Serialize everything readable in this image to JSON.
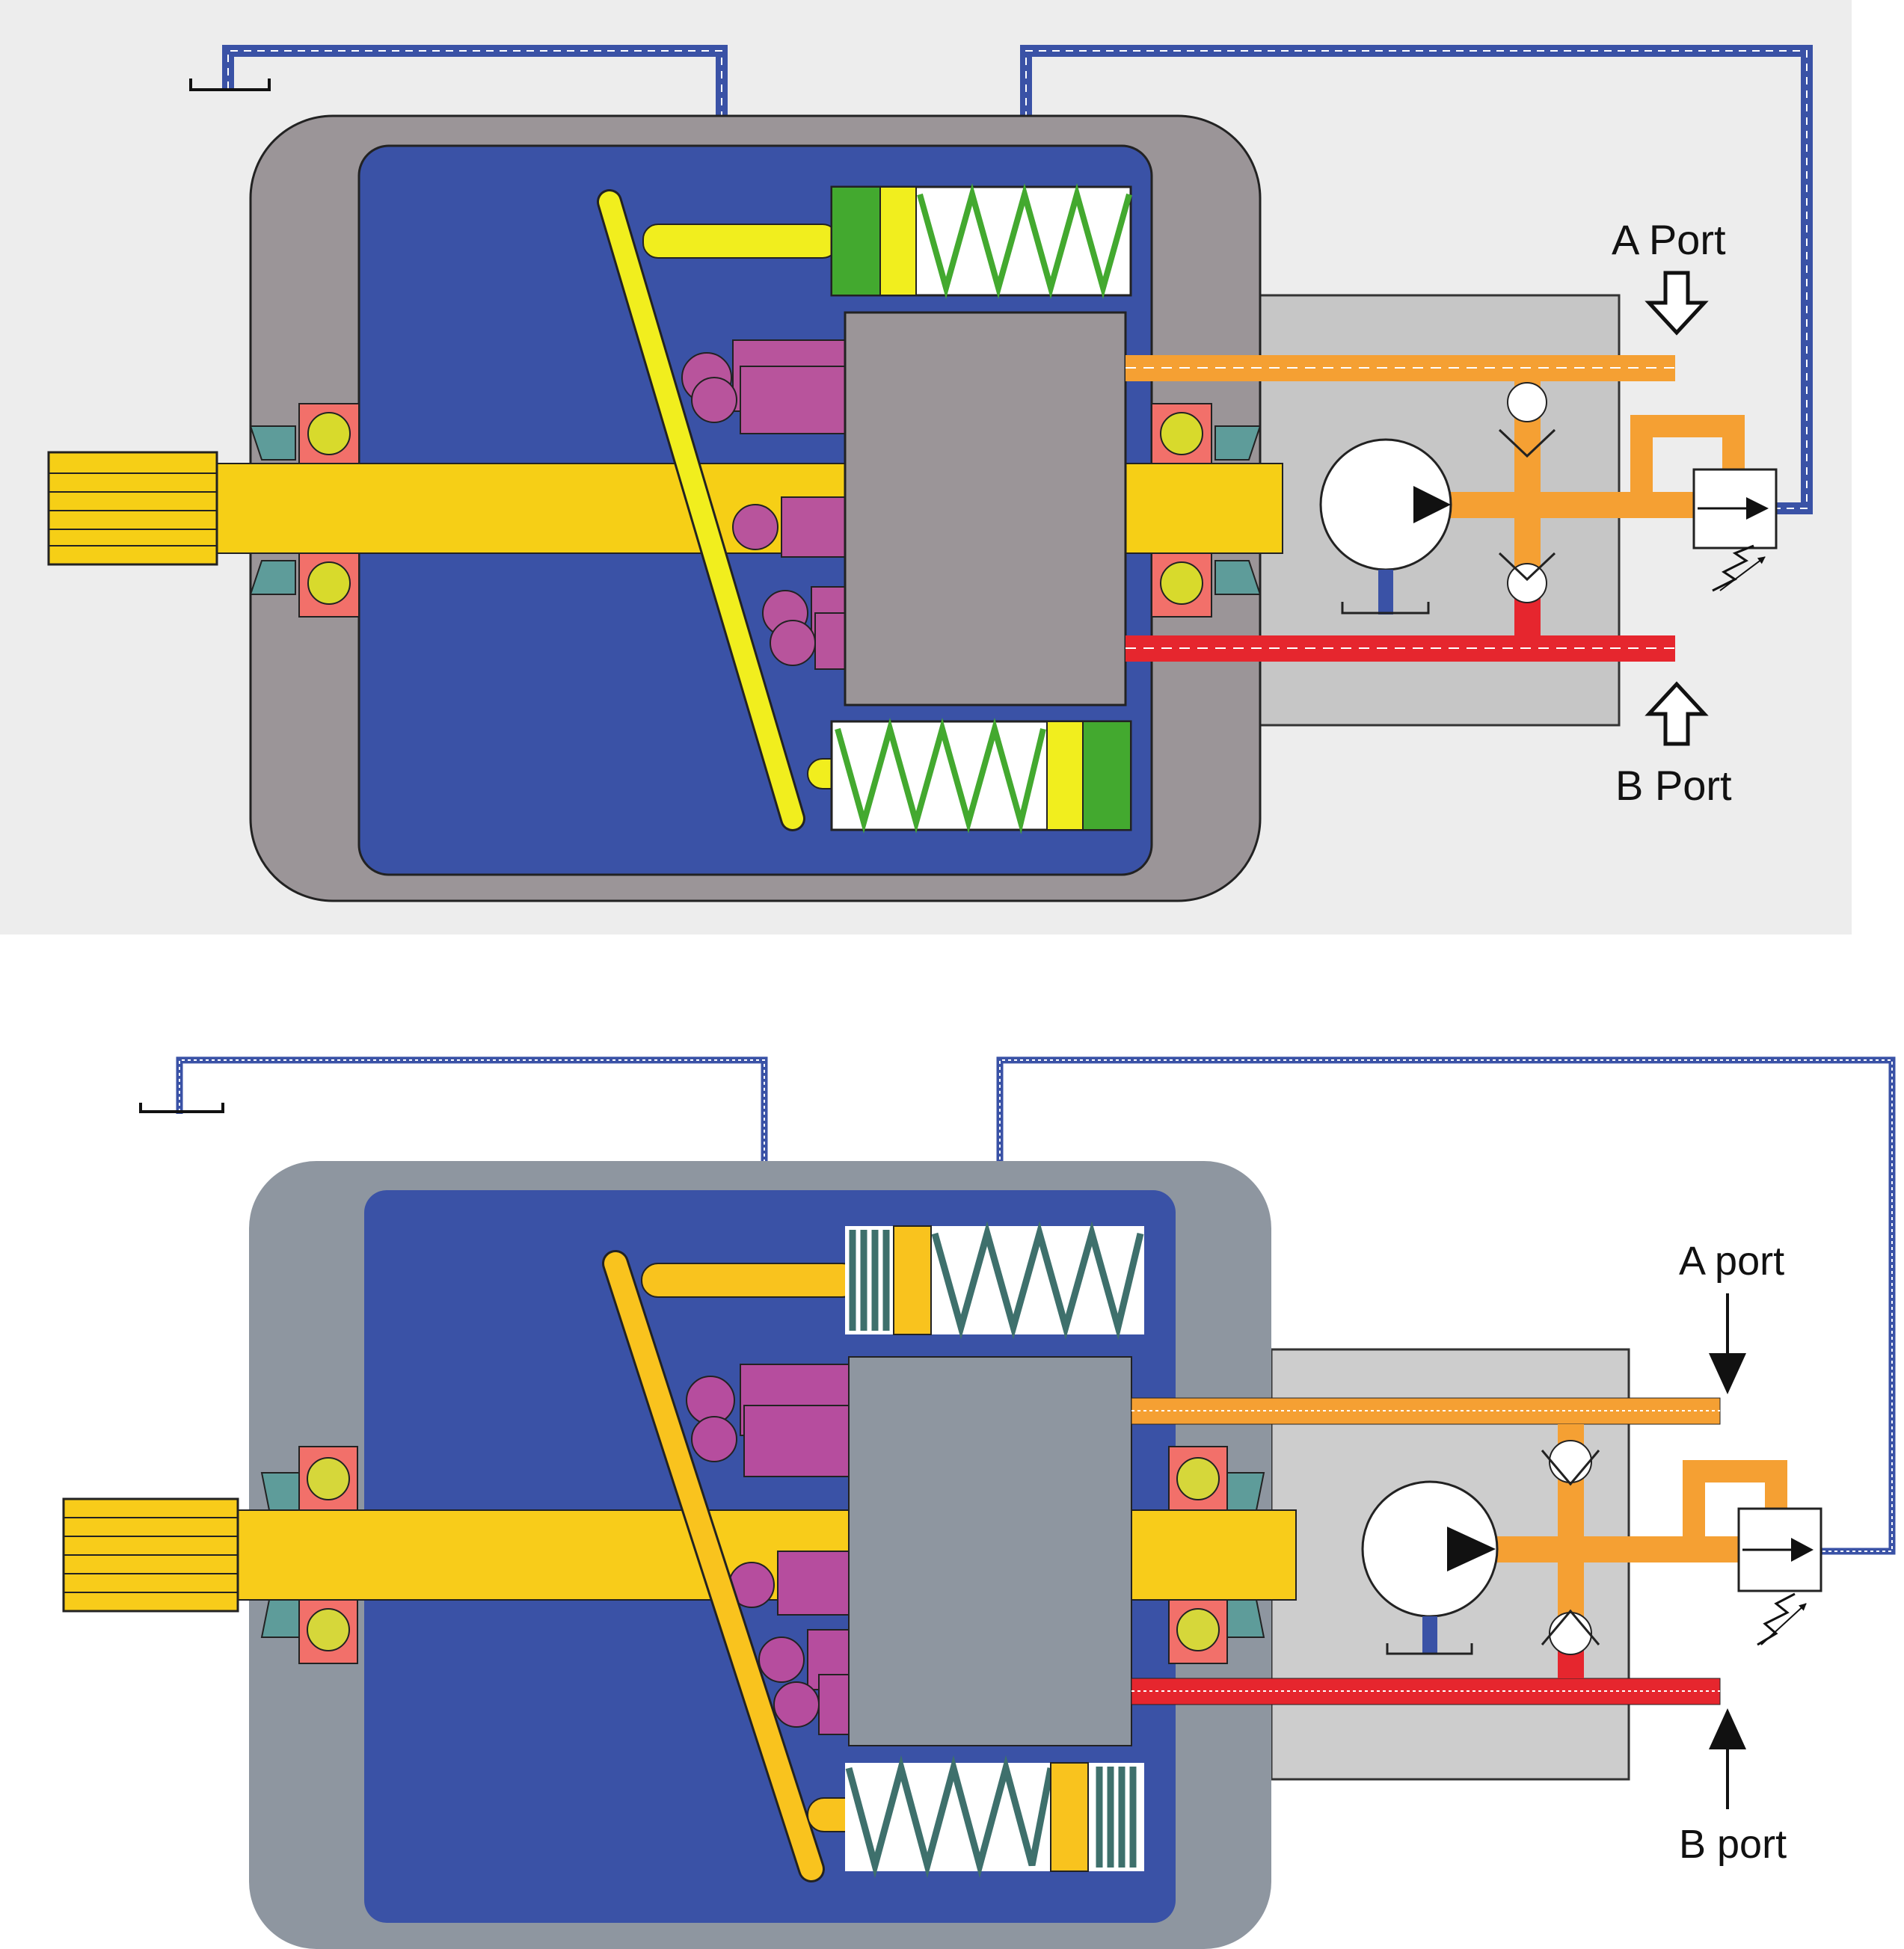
{
  "panels": [
    {
      "id": "top",
      "labels": {
        "a_port": "A Port",
        "b_port": "B Port"
      },
      "colors": {
        "background": "#ededed",
        "housing": "#9b9598",
        "case_fluid": "#3a52a6",
        "shaft": "#f6cf16",
        "swash": "#f1ee1e",
        "piston": "#b8549c",
        "barrel": "#9b9598",
        "spring": "#43a92f",
        "port_a": "#f5a033",
        "port_b": "#e6262e",
        "drain_line": "#3a52a6",
        "bearing_outer": "#f2706a",
        "bearing_ball": "#d8da2c",
        "seal": "#5e9c9a",
        "block": "#c6c6c6"
      }
    },
    {
      "id": "bottom",
      "labels": {
        "a_port": "A port",
        "b_port": "B port"
      },
      "colors": {
        "background": "#ffffff",
        "housing": "#8e96a0",
        "case_fluid": "#3a52a6",
        "shaft": "#f8cc1a",
        "swash": "#f9c31e",
        "piston": "#b64d9e",
        "barrel": "#8e96a0",
        "spring": "#3e706c",
        "port_a": "#f5a033",
        "port_b": "#e6262e",
        "drain_line": "#3a52a6",
        "bearing_outer": "#f2706a",
        "bearing_ball": "#d6d73a",
        "seal": "#5e9c9a",
        "block": "#cdcdcd"
      }
    }
  ]
}
